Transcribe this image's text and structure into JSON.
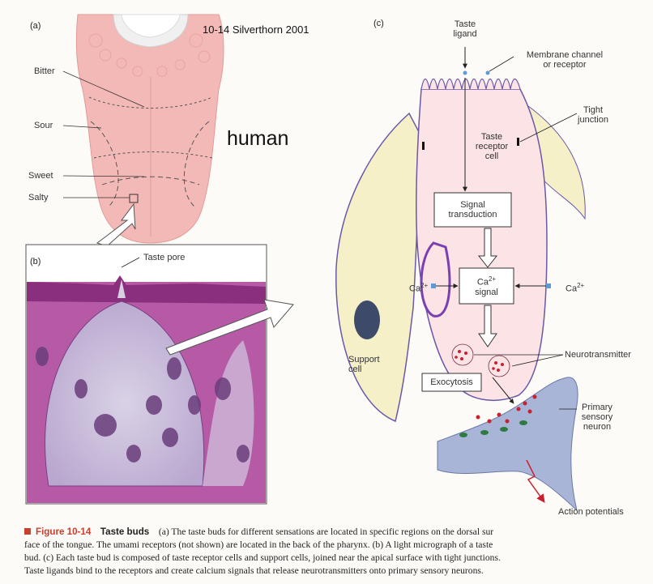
{
  "credit": "10-14 Silverthorn 2001",
  "annotation": "human",
  "panel_a": {
    "letter": "(a)",
    "labels": [
      "Bitter",
      "Sour",
      "Sweet",
      "Salty"
    ]
  },
  "panel_b": {
    "letter": "(b)",
    "label": "Taste pore"
  },
  "panel_c": {
    "letter": "(c)",
    "taste_ligand": [
      "Taste",
      "ligand"
    ],
    "membrane": [
      "Membrane channel",
      "or receptor"
    ],
    "tight_junction": [
      "Tight",
      "junction"
    ],
    "receptor_cell": [
      "Taste",
      "receptor",
      "cell"
    ],
    "signal_transduction": [
      "Signal",
      "transduction"
    ],
    "ca_signal": [
      "Ca",
      "2+",
      "signal"
    ],
    "ca_left": [
      "Ca",
      "2+"
    ],
    "ca_right": [
      "Ca",
      "2+"
    ],
    "neurotransmitter": "Neurotransmitter",
    "support_cell": [
      "Support",
      "cell"
    ],
    "exocytosis": "Exocytosis",
    "primary_neuron": [
      "Primary",
      "sensory",
      "neuron"
    ],
    "action_potentials": "Action potentials"
  },
  "caption": {
    "figure_no": "Figure 10-14",
    "title": "Taste buds",
    "lines": [
      "(a) The taste buds for different sensations are located in specific regions on the dorsal sur",
      "face of the tongue. The umami receptors (not shown) are located in the back of the pharynx. (b) A light micrograph of a taste",
      "bud. (c) Each taste bud is composed of taste receptor cells and support cells, joined near the apical surface with tight junctions.",
      "Taste ligands bind to the receptors and create calcium signals that release neurotransmitters onto primary sensory neurons."
    ]
  }
}
